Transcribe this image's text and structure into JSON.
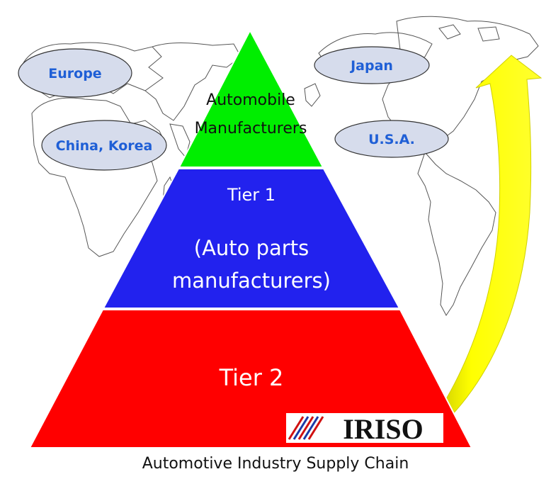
{
  "diagram": {
    "regions": [
      {
        "name": "Europe"
      },
      {
        "name": "China, Korea"
      },
      {
        "name": "Japan"
      },
      {
        "name": "U.S.A."
      }
    ],
    "pyramid": {
      "top": {
        "line1": "Automobile",
        "line2": "Manufacturers",
        "color": "#00ee00"
      },
      "middle": {
        "title": "Tier 1",
        "line1": "(Auto parts",
        "line2": "manufacturers)",
        "color": "#2222ee"
      },
      "bottom": {
        "title": "Tier 2",
        "color": "#ff0000"
      }
    },
    "logo": {
      "text": "IRISO"
    },
    "arrow_color": "#ffff00",
    "caption": "Automotive Industry Supply Chain"
  }
}
